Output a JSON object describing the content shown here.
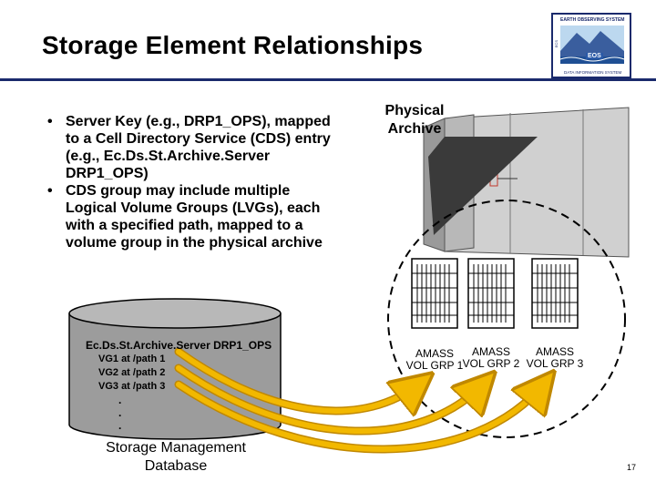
{
  "slide": {
    "title": "Storage Element Relationships",
    "page_number": "17"
  },
  "logo": {
    "top_text": "EARTH OBSERVING SYSTEM",
    "badge": "EOS",
    "bottom_text": "DATA INFORMATION SYSTEM",
    "side_text": "ECS"
  },
  "bullets": [
    "Server Key (e.g., DRP1_OPS), mapped to a Cell Directory Service (CDS) entry (e.g., Ec.Ds.St.Archive.Server DRP1_OPS)",
    "CDS group may include multiple Logical Volume Groups (LVGs), each with a specified path, mapped to a volume group in the physical archive"
  ],
  "physical_archive": {
    "label": "Physical Archive"
  },
  "database": {
    "server_entry": "Ec.Ds.St.Archive.Server DRP1_OPS",
    "vg_lines": [
      "VG1 at /path 1",
      "VG2 at /path 2",
      "VG3 at /path 3"
    ],
    "ellipsis": [
      ".",
      ".",
      "."
    ],
    "caption": "Storage Management Database"
  },
  "volume_groups": [
    "AMASS VOL GRP 1",
    "AMASS VOL GRP 2",
    "AMASS VOL GRP 3"
  ],
  "colors": {
    "title_rule": "#1a2a6c",
    "arrow": "#f2b800",
    "arrow_outline": "#c08800",
    "cabinet": "#c8c8c8"
  }
}
